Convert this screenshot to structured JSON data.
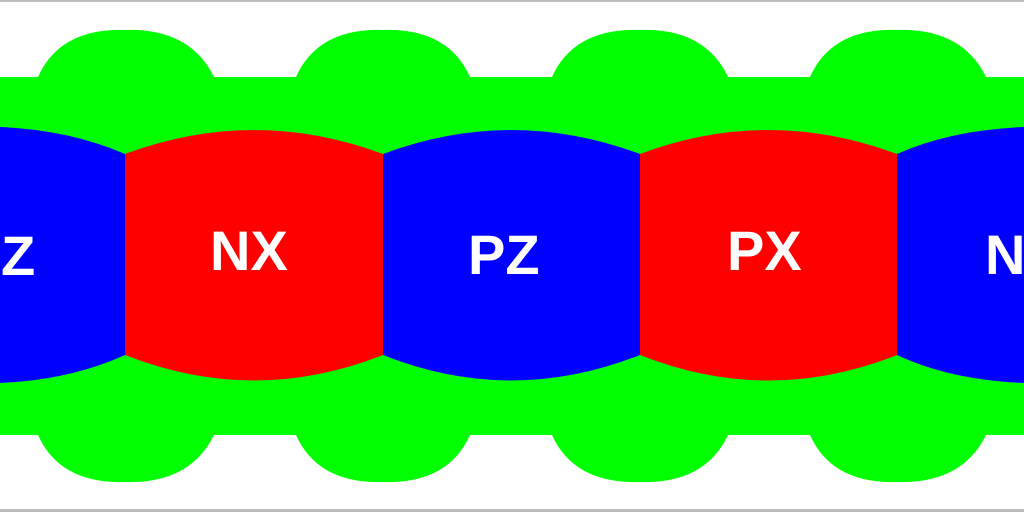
{
  "colors": {
    "background": "#ffffff",
    "frame": "#bdbdbd",
    "band": "#00ff00",
    "z_face": "#0000ff",
    "x_face": "#ff0000",
    "label": "#ffffff"
  },
  "faces": [
    {
      "id": "z-left",
      "label": "Z",
      "color_key": "z_face"
    },
    {
      "id": "nx",
      "label": "NX",
      "color_key": "x_face"
    },
    {
      "id": "pz",
      "label": "PZ",
      "color_key": "z_face"
    },
    {
      "id": "px",
      "label": "PX",
      "color_key": "x_face"
    },
    {
      "id": "n-right",
      "label": "N",
      "color_key": "z_face"
    }
  ]
}
